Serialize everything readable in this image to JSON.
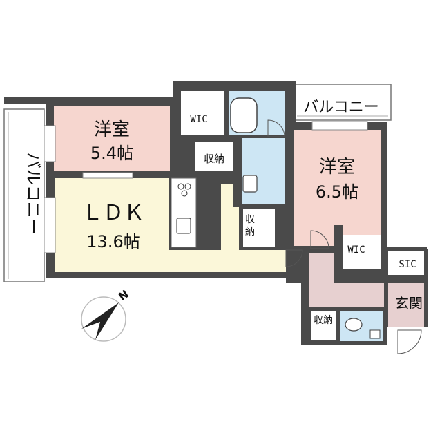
{
  "rooms": {
    "western_room_1": {
      "name": "洋室",
      "size": "5.4帖"
    },
    "ldk": {
      "name": "ＬＤＫ",
      "size": "13.6帖"
    },
    "western_room_2": {
      "name": "洋室",
      "size": "6.5帖"
    },
    "wic_top": "WIC",
    "wic_right": "WIC",
    "storage_top": "収納",
    "storage_mid": "収納",
    "storage_bottom": "収納",
    "sic": "SIC",
    "entrance": "玄関",
    "balcony_left": "バルコニー",
    "balcony_top": "バルコニー"
  },
  "compass": {
    "label": "N"
  },
  "colors": {
    "wall": "#4a4a4a",
    "western_room_1": "#f6d6cf",
    "ldk": "#fbf7d9",
    "western_room_2": "#f6d6cf",
    "wet_area": "#cde6f4",
    "entrance_hall": "#e7d0d0",
    "storage": "#ffffff"
  }
}
